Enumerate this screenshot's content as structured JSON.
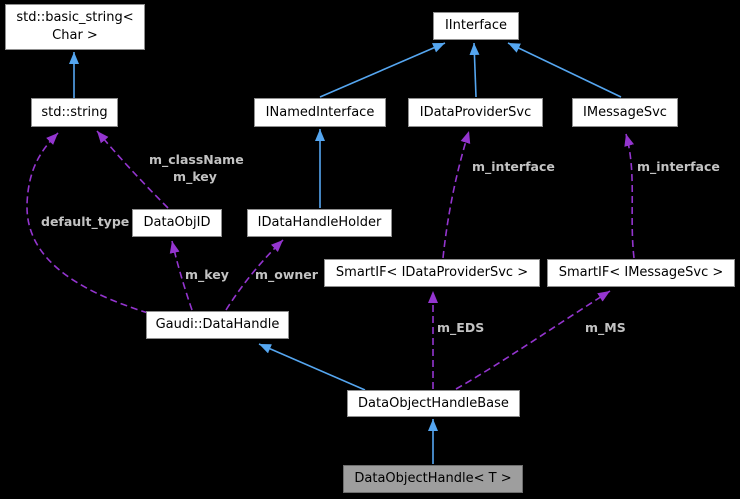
{
  "diagram": {
    "type": "uml-collaboration-graph",
    "nodes": {
      "basic_string": {
        "label": "std::basic_string<\nChar >"
      },
      "iinterface": {
        "label": "IInterface"
      },
      "std_string": {
        "label": "std::string"
      },
      "inamed_interface": {
        "label": "INamedInterface"
      },
      "idata_provider_svc": {
        "label": "IDataProviderSvc"
      },
      "imessage_svc": {
        "label": "IMessageSvc"
      },
      "data_obj_id": {
        "label": "DataObjID"
      },
      "idata_handle_holder": {
        "label": "IDataHandleHolder"
      },
      "smartif_data_provider": {
        "label": "SmartIF< IDataProviderSvc >"
      },
      "smartif_message": {
        "label": "SmartIF< IMessageSvc >"
      },
      "gaudi_data_handle": {
        "label": "Gaudi::DataHandle"
      },
      "data_object_handle_base": {
        "label": "DataObjectHandleBase"
      },
      "data_object_handle_t": {
        "label": "DataObjectHandle< T >"
      }
    },
    "edge_labels": {
      "classname_key": "m_className\nm_key",
      "default_type": "default_type",
      "m_key": "m_key",
      "m_owner": "m_owner",
      "m_interface_provider": "m_interface",
      "m_interface_message": "m_interface",
      "m_eds": "m_EDS",
      "m_ms": "m_MS"
    },
    "colors": {
      "background": "#000000",
      "node-bg": "#ffffff",
      "node-border": "#8f8f8f",
      "node-text": "#000000",
      "gray-node-bg": "#9e9e9e",
      "gray-node-border": "#6e6e6e",
      "inheritance": "#55a6f0",
      "usage": "#9435cf",
      "edge-label": "#c3c3c3"
    }
  }
}
